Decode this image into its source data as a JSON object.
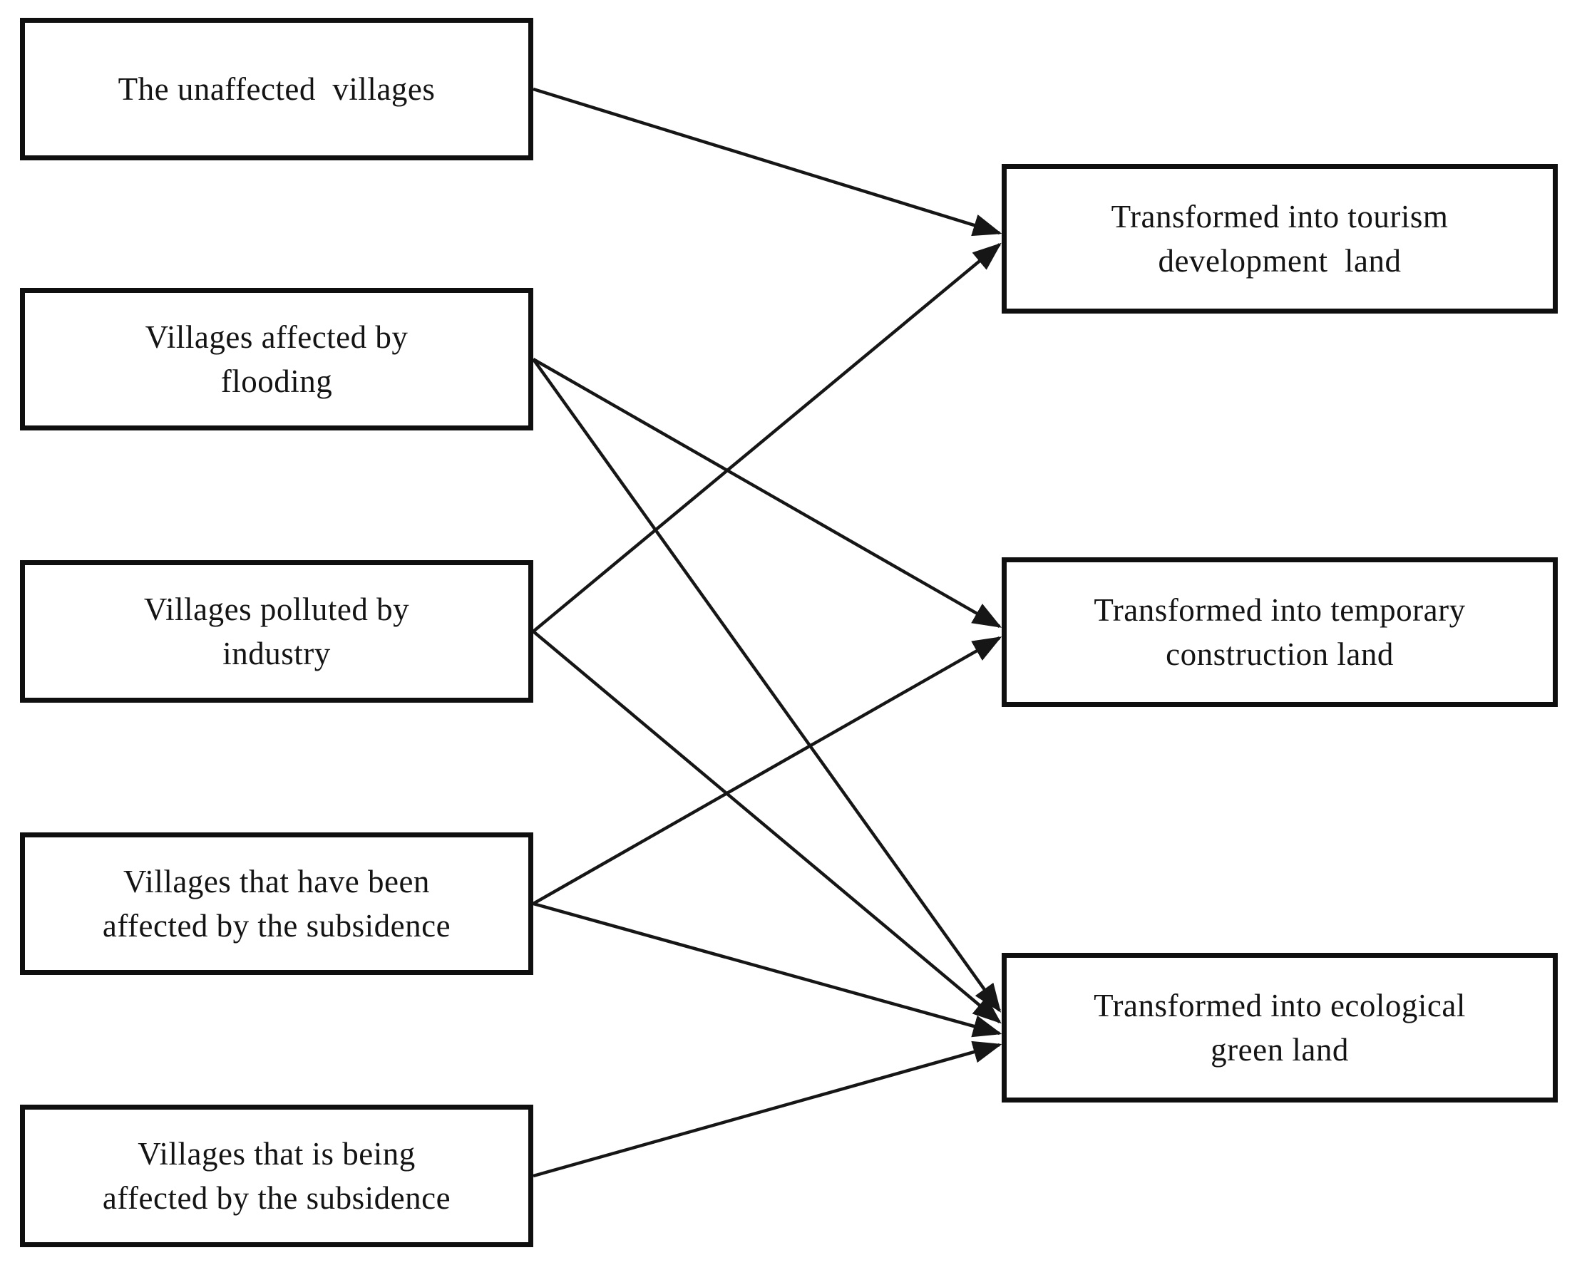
{
  "figure": {
    "background": "#ffffff",
    "line_color": "#161616",
    "border_color": "#0f0f0f",
    "left_nodes": [
      {
        "id": "unaffected",
        "label": "The unaffected villages",
        "lines": [
          "The unaffected  villages"
        ]
      },
      {
        "id": "flooding",
        "label": "Villages affected by flooding",
        "lines": [
          "Villages affected by",
          "flooding"
        ]
      },
      {
        "id": "industry",
        "label": "Villages polluted by industry",
        "lines": [
          "Villages polluted by",
          "industry"
        ]
      },
      {
        "id": "subsided",
        "label": "Villages that have been affected by the subsidence",
        "lines": [
          "Villages that have been",
          "affected by the subsidence"
        ]
      },
      {
        "id": "subsiding",
        "label": "Villages that is being affected by the subsidence",
        "lines": [
          "Villages that is being",
          "affected by the subsidence"
        ]
      }
    ],
    "right_nodes": [
      {
        "id": "tourism",
        "label": "Transformed into tourism development land",
        "lines": [
          "Transformed into tourism",
          "development  land"
        ]
      },
      {
        "id": "construction",
        "label": "Transformed into temporary construction land",
        "lines": [
          "Transformed into temporary",
          "construction land"
        ]
      },
      {
        "id": "green",
        "label": "Transformed into ecological green land",
        "lines": [
          "Transformed into ecological",
          "green land"
        ]
      }
    ],
    "edges": [
      {
        "from": "unaffected",
        "to": "tourism"
      },
      {
        "from": "industry",
        "to": "tourism"
      },
      {
        "from": "flooding",
        "to": "construction"
      },
      {
        "from": "subsided",
        "to": "construction"
      },
      {
        "from": "flooding",
        "to": "green"
      },
      {
        "from": "industry",
        "to": "green"
      },
      {
        "from": "subsided",
        "to": "green"
      },
      {
        "from": "subsiding",
        "to": "green"
      }
    ]
  }
}
